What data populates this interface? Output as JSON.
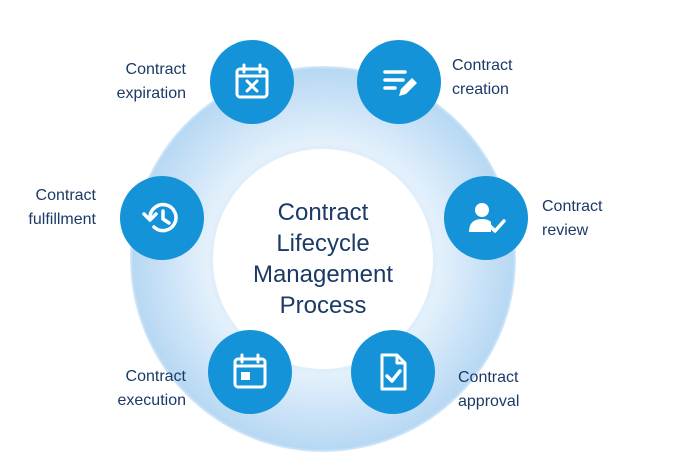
{
  "diagram": {
    "title": "Contract Lifecycle Management Process",
    "stages": [
      {
        "line1": "Contract",
        "line2": "expiration",
        "icon": "calendar-x-icon"
      },
      {
        "line1": "Contract",
        "line2": "creation",
        "icon": "document-edit-icon"
      },
      {
        "line1": "Contract",
        "line2": "review",
        "icon": "user-check-icon"
      },
      {
        "line1": "Contract",
        "line2": "approval",
        "icon": "document-check-icon"
      },
      {
        "line1": "Contract",
        "line2": "execution",
        "icon": "calendar-event-icon"
      },
      {
        "line1": "Contract",
        "line2": "fulfillment",
        "icon": "history-icon"
      }
    ],
    "colors": {
      "node": "#1593d8",
      "ring": "#cfe5f8",
      "text": "#1b3a66"
    }
  }
}
